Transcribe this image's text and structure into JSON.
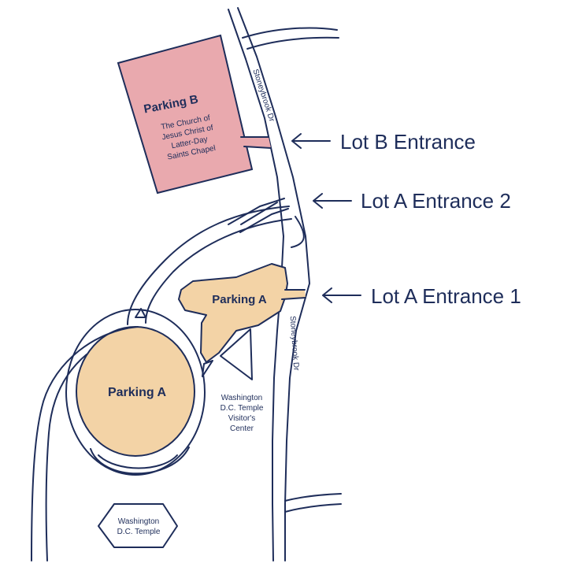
{
  "parking_b": {
    "title": "Parking B",
    "subtitle_lines": [
      "The Church of",
      "Jesus Christ of",
      "Latter-Day",
      "Saints Chapel"
    ],
    "color": "#e9a9ae"
  },
  "parking_a_upper": {
    "title": "Parking A",
    "color": "#f3d3a6"
  },
  "parking_a_lower": {
    "title": "Parking A",
    "color": "#f3d3a6"
  },
  "visitor_center": {
    "lines": [
      "Washington",
      "D.C. Temple",
      "Visitor's",
      "Center"
    ]
  },
  "temple": {
    "lines": [
      "Washington",
      "D.C. Temple"
    ]
  },
  "streets": {
    "upper": "Stoneybrook Dr",
    "lower": "Stoneybrook Dr"
  },
  "entrances": [
    {
      "label": "Lot B Entrance"
    },
    {
      "label": "Lot A Entrance 2"
    },
    {
      "label": "Lot A Entrance 1"
    }
  ],
  "colors": {
    "ink": "#1e2d5a"
  }
}
